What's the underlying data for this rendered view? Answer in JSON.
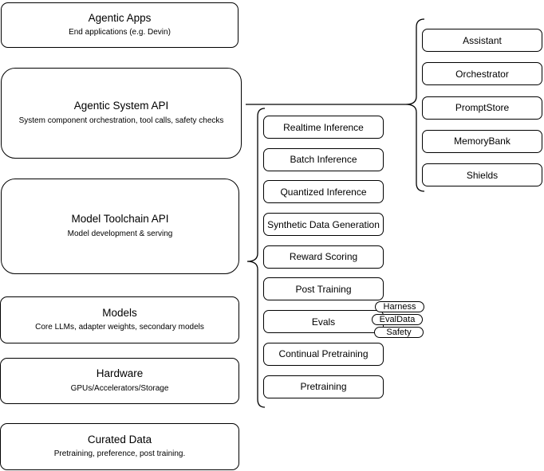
{
  "colors": {
    "background": "#ffffff",
    "stroke": "#000000",
    "text": "#000000",
    "node_fill": "#ffffff"
  },
  "stack": [
    {
      "title": "Agentic Apps",
      "subtitle": "End applications (e.g. Devin)"
    },
    {
      "title": "Agentic System API",
      "subtitle": "System component orchestration, tool calls, safety checks"
    },
    {
      "title": "Model Toolchain API",
      "subtitle": "Model development & serving"
    },
    {
      "title": "Models",
      "subtitle": "Core LLMs, adapter weights, secondary models"
    },
    {
      "title": "Hardware",
      "subtitle": "GPUs/Accelerators/Storage"
    },
    {
      "title": "Curated Data",
      "subtitle": "Pretraining, preference, post training."
    }
  ],
  "toolchain_items": [
    "Realtime Inference",
    "Batch Inference",
    "Quantized Inference",
    "Synthetic Data Generation",
    "Reward Scoring",
    "Post Training",
    "Evals",
    "Continual Pretraining",
    "Pretraining"
  ],
  "eval_tags": [
    "Harness",
    "EvalData",
    "Safety"
  ],
  "system_components": [
    "Assistant",
    "Orchestrator",
    "PromptStore",
    "MemoryBank",
    "Shields"
  ]
}
